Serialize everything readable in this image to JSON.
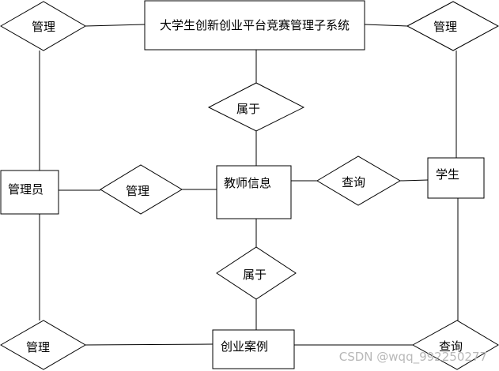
{
  "diagram": {
    "entities": {
      "system": "大学生创新创业平台竞赛管理子系统",
      "admin": "管理员",
      "teacher_info": "教师信息",
      "student": "学生",
      "case": "创业案例"
    },
    "relationships": {
      "manage_top_left": "管理",
      "manage_top_right": "管理",
      "belong_top": "属于",
      "manage_mid": "管理",
      "query_mid": "查询",
      "belong_bottom": "属于",
      "manage_bottom_left": "管理",
      "query_bottom_right": "查询"
    }
  },
  "watermark": "CSDN @wqq_992250277"
}
